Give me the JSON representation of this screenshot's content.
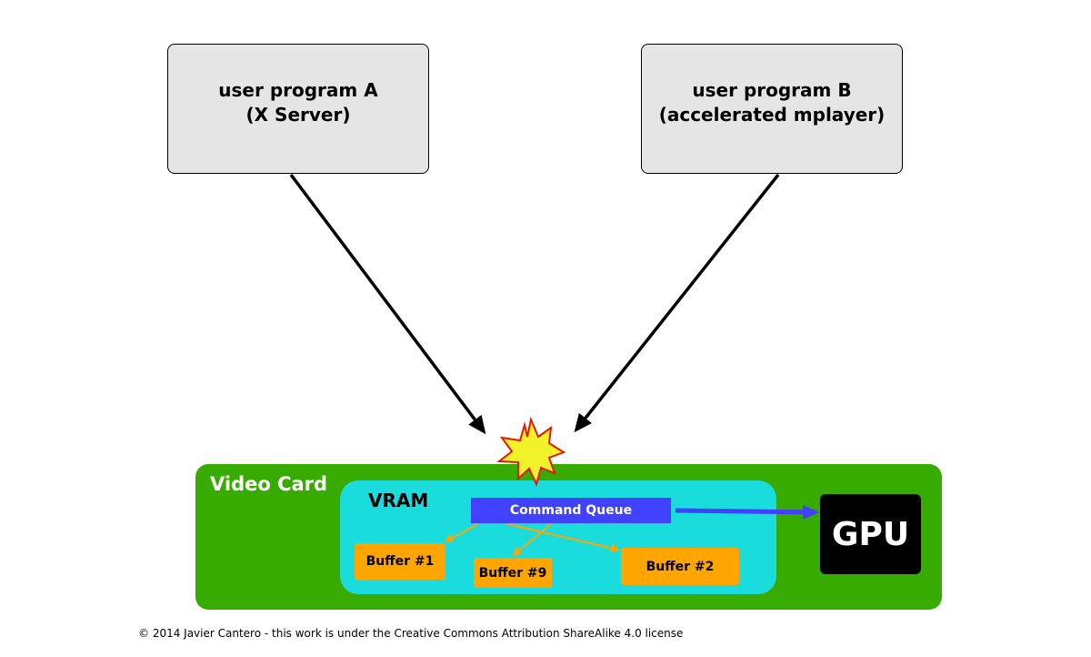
{
  "program_a": {
    "line1": "user program A",
    "line2": "(X Server)"
  },
  "program_b": {
    "line1": "user program B",
    "line2": "(accelerated mplayer)"
  },
  "video_card": {
    "title": "Video Card"
  },
  "vram": {
    "title": "VRAM"
  },
  "command_queue": {
    "label": "Command Queue"
  },
  "buffers": [
    {
      "label": "Buffer #1"
    },
    {
      "label": "Buffer #9"
    },
    {
      "label": "Buffer #2"
    }
  ],
  "gpu": {
    "label": "GPU"
  },
  "footer": {
    "text": "© 2014 Javier Cantero - this work is under the Creative Commons Attribution ShareAlike 4.0 license"
  },
  "colors": {
    "video_card": "#37ab00",
    "vram": "#1adcdc",
    "command_queue": "#4141ff",
    "buffer": "#ffa500",
    "gpu": "#000000",
    "program_box": "#e5e5e5",
    "collision_fill": "#f2f22a",
    "collision_stroke": "#e01b00"
  }
}
